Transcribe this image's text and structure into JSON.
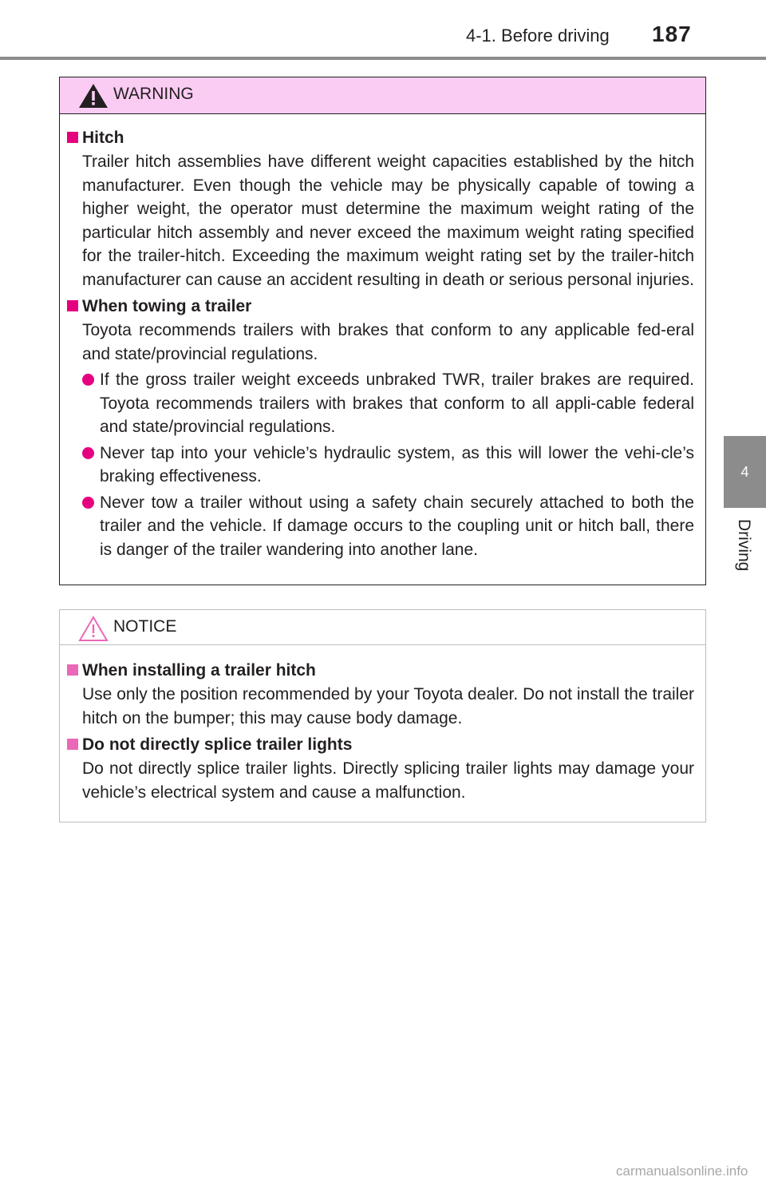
{
  "header": {
    "section": "4-1. Before driving",
    "page_number": "187"
  },
  "side_tab": {
    "number": "4",
    "label": "Driving"
  },
  "warning": {
    "title": "WARNING",
    "hitch_title": "Hitch",
    "hitch_text": "Trailer hitch assemblies have different weight capacities established by the hitch manufacturer. Even though the vehicle may be physically capable of towing a higher weight, the operator must determine the maximum weight rating of the particular hitch assembly and never exceed the maximum weight rating specified for the trailer-hitch. Exceeding the maximum weight rating set by the trailer-hitch manufacturer can cause an accident resulting in death or serious personal injuries.",
    "towing_title": "When towing a trailer",
    "towing_text": "Toyota recommends trailers with brakes that conform to any applicable fed-eral and state/provincial regulations.",
    "bullets": [
      "If the gross trailer weight exceeds unbraked TWR, trailer brakes are required. Toyota recommends trailers with brakes that conform to all appli-cable federal and state/provincial regulations.",
      "Never tap into your vehicle’s hydraulic system, as this will lower the vehi-cle’s braking effectiveness.",
      "Never tow a trailer without using a safety chain securely attached to both the trailer and the vehicle. If damage occurs to the coupling unit or hitch ball, there is danger of the trailer wandering into another lane."
    ]
  },
  "notice": {
    "title": "NOTICE",
    "installing_title": "When installing a trailer hitch",
    "installing_text": "Use only the position recommended by your Toyota dealer. Do not install the trailer hitch on the bumper; this may cause body damage.",
    "splice_title": "Do not directly splice trailer lights",
    "splice_text": "Do not directly splice trailer lights. Directly splicing trailer lights may damage your vehicle’s electrical system and cause a malfunction."
  },
  "watermark": "carmanualsonline.info",
  "colors": {
    "warning_header_bg": "#fbccf3",
    "accent_magenta": "#e4007f",
    "notice_accent": "#ea68b7",
    "rule_gray": "#8c8c8c"
  }
}
